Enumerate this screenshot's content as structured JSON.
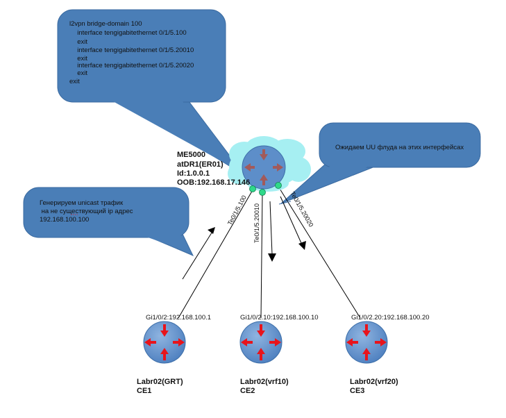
{
  "callouts": {
    "config": {
      "lines": [
        "l2vpn bridge-domain 100",
        "  interface tengigabitethernet 0/1/5.100",
        "  exit",
        "  interface tengigabitethernet 0/1/5.20010",
        "  exit",
        "  interface tengigabitethernet 0/1/5.20020",
        "  exit",
        "exit"
      ]
    },
    "flood": {
      "text": "Ожидаем UU флуда на этих интерфейсах"
    },
    "unicast": {
      "lines": [
        "Генерируем unicast трафик",
        " на не существующий ip адрес",
        "192.168.100.100"
      ]
    }
  },
  "core_router": {
    "label_lines": [
      "ME5000",
      "atDR1(ER01)",
      "Id:1.0.0.1",
      "OOB:192.168.17.146"
    ]
  },
  "links": [
    {
      "label": "Te0/1/5.100"
    },
    {
      "label": "Te0/1/5.20010"
    },
    {
      "label": "Te0/1/5.20020"
    }
  ],
  "ce_routers": [
    {
      "interface": "Gi1/0/2:192.168.100.1",
      "name": "Labr02(GRT)",
      "role": "CE1"
    },
    {
      "interface": "Gi1/0/2.10:192.168.100.10",
      "name": "Labr02(vrf10)",
      "role": "CE2"
    },
    {
      "interface": "Gi1/0/2.20:192.168.100.20",
      "name": "Labr02(vrf20)",
      "role": "CE3"
    }
  ],
  "colors": {
    "callout_fill": "#4a7eb7",
    "router_fill": "#5d8ec9",
    "router_arrows": "#e8141b",
    "core_arrows": "#a25a5a",
    "cloud_fill": "#a6eff2",
    "port_dot": "#2fd98a"
  }
}
